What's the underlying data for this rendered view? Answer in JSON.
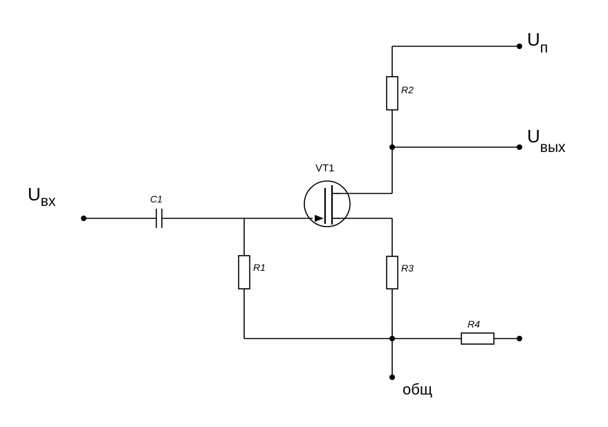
{
  "components": {
    "c1": "C1",
    "r1": "R1",
    "r2": "R2",
    "r3": "R3",
    "r4": "R4",
    "vt1": "VT1"
  },
  "terminals": {
    "input": {
      "main": "U",
      "sub": "вх"
    },
    "supply": {
      "main": "U",
      "sub": "п"
    },
    "output": {
      "main": "U",
      "sub": "вых"
    },
    "ground": "общ"
  }
}
